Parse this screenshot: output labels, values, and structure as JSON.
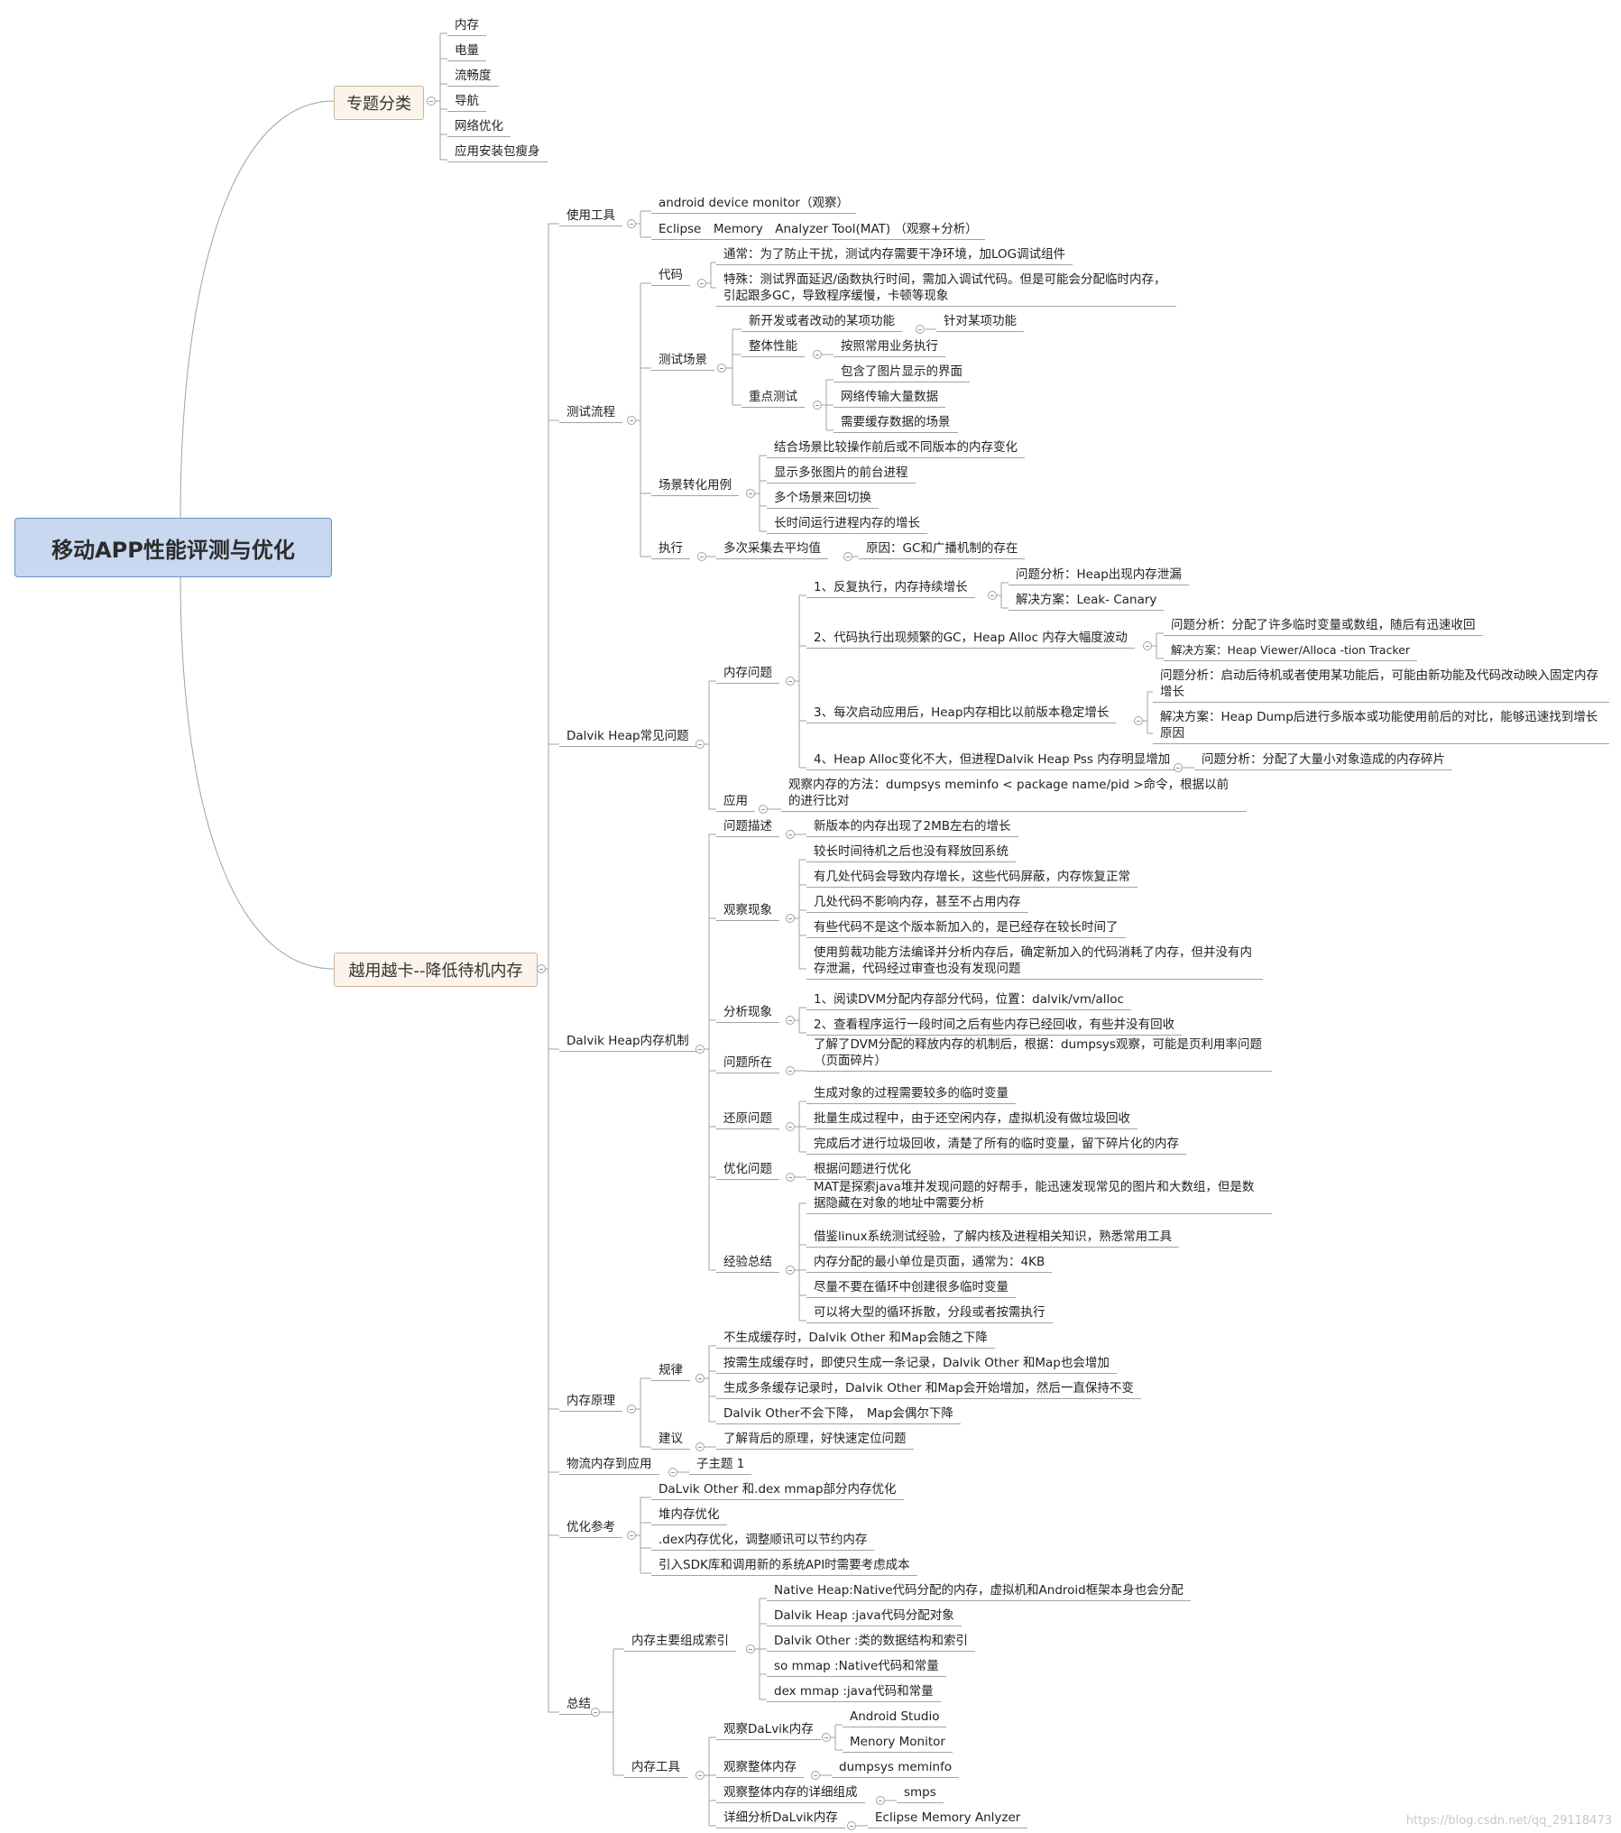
{
  "root": "移动APP性能评测与优化",
  "topics": {
    "t1": {
      "label": "专题分类",
      "items": [
        "内存",
        "电量",
        "流畅度",
        "导航",
        "网络优化",
        "应用安装包瘦身"
      ]
    },
    "t2": {
      "label": "越用越卡--降低待机内存",
      "a": {
        "label": "使用工具",
        "items": [
          "android device monitor（观察）",
          "Eclipse　Memory　Analyzer Tool(MAT) （观察+分析）"
        ]
      },
      "b": {
        "label": "测试流程",
        "code": {
          "label": "代码",
          "items": [
            "通常：为了防止干扰，测试内存需要干净环境，加LOG调试组件",
            "特殊：测试界面延迟/函数执行时间，需加入调试代码。但是可能会分配临时内存，引起跟多GC，导致程序缓慢，卡顿等现象"
          ]
        },
        "scene": {
          "label": "测试场景",
          "new_feature": "新开发或者改动的某项功能",
          "new_feature_child": "针对某项功能",
          "overall": "整体性能",
          "overall_child": "按照常用业务执行",
          "focus": "重点测试",
          "focus_items": [
            "包含了图片显示的界面",
            "网络传输大量数据",
            "需要缓存数据的场景"
          ]
        },
        "convert": {
          "label": "场景转化用例",
          "items": [
            "结合场景比较操作前后或不同版本的内存变化",
            "显示多张图片的前台进程",
            "多个场景来回切换",
            "长时间运行进程内存的增长"
          ]
        },
        "exec": {
          "label": "执行",
          "child": "多次采集去平均值",
          "grandchild": "原因：GC和广播机制的存在"
        }
      },
      "c": {
        "label": "Dalvik Heap常见问题",
        "mem": {
          "label": "内存问题",
          "p1": "1、反复执行，内存持续增长",
          "p1a": "问题分析：Heap出现内存泄漏",
          "p1b": "解决方案：Leak- Canary",
          "p2": "2、代码执行出现频繁的GC，Heap Alloc 内存大幅度波动",
          "p2a": "问题分析：分配了许多临时变量或数组，随后有迅速收回",
          "p2b": "解决方案：Heap Viewer/Alloca -tion Tracker",
          "p3": "3、每次启动应用后，Heap内存相比以前版本稳定增长",
          "p3a": "问题分析：启动后待机或者使用某功能后，可能由新功能及代码改动映入固定内存增长",
          "p3b": "解决方案：Heap Dump后进行多版本或功能使用前后的对比，能够迅速找到增长原因",
          "p4": "4、Heap Alloc变化不大，但进程Dalvik Heap Pss 内存明显增加",
          "p4a": "问题分析：分配了大量小对象造成的内存碎片"
        },
        "apply": {
          "label": "应用",
          "child": "观察内存的方法：dumpsys meminfo < package name/pid >命令，根据以前的进行比对"
        }
      },
      "d": {
        "label": "Dalvik Heap内存机制",
        "desc": {
          "label": "问题描述",
          "child": "新版本的内存出现了2MB左右的增长"
        },
        "observe": {
          "label": "观察现象",
          "items": [
            "较长时间待机之后也没有释放回系统",
            "有几处代码会导致内存增长，这些代码屏蔽，内存恢复正常",
            "几处代码不影响内存，甚至不占用内存",
            "有些代码不是这个版本新加入的，是已经存在较长时间了",
            "使用剪裁功能方法编译并分析内存后，确定新加入的代码消耗了内存，但并没有内存泄漏，代码经过审查也没有发现问题"
          ]
        },
        "analyze": {
          "label": "分析现象",
          "items": [
            "1、阅读DVM分配内存部分代码，位置：dalvik/vm/alloc",
            "2、查看程序运行一段时间之后有些内存已经回收，有些并没有回收"
          ]
        },
        "where": {
          "label": "问题所在",
          "child": "了解了DVM分配的释放内存的机制后，根据：dumpsys观察，可能是页利用率问题（页面碎片）"
        },
        "restore": {
          "label": "还原问题",
          "items": [
            "生成对象的过程需要较多的临时变量",
            "批量生成过程中，由于还空闲内存，虚拟机没有做垃圾回收",
            "完成后才进行垃圾回收，清楚了所有的临时变量，留下碎片化的内存"
          ]
        },
        "optimize": {
          "label": "优化问题",
          "child": "根据问题进行优化"
        },
        "summary": {
          "label": "经验总结",
          "items": [
            "MAT是探索java堆并发现问题的好帮手，能迅速发现常见的图片和大数组，但是数据隐藏在对象的地址中需要分析",
            "借鉴linux系统测试经验，了解内核及进程相关知识，熟悉常用工具",
            "内存分配的最小单位是页面，通常为：4KB",
            "尽量不要在循环中创建很多临时变量",
            "可以将大型的循环拆散，分段或者按需执行"
          ]
        }
      },
      "e": {
        "label": "内存原理",
        "rule": {
          "label": "规律",
          "items": [
            "不生成缓存时，Dalvik Other 和Map会随之下降",
            "按需生成缓存时，即使只生成一条记录，Dalvik Other 和Map也会增加",
            "生成多条缓存记录时，Dalvik Other 和Map会开始增加，然后一直保持不变",
            "Dalvik Other不会下降，　Map会偶尔下降"
          ]
        },
        "advice": {
          "label": "建议",
          "child": "了解背后的原理，好快速定位问题"
        }
      },
      "f": {
        "label": "物流内存到应用",
        "child": "子主题 1"
      },
      "g": {
        "label": "优化参考",
        "items": [
          "DaLvik Other 和.dex mmap部分内存优化",
          "堆内存优化",
          ".dex内存优化，调整顺讯可以节约内存",
          "引入SDK库和调用新的系统API时需要考虑成本"
        ]
      },
      "h": {
        "label": "总结",
        "idx": {
          "label": "内存主要组成索引",
          "items": [
            "Native Heap:Native代码分配的内存，虚拟机和Android框架本身也会分配",
            "Dalvik Heap :java代码分配对象",
            "Dalvik Other :类的数据结构和索引",
            "so mmap :Native代码和常量",
            "dex mmap :java代码和常量"
          ]
        },
        "tools": {
          "label": "内存工具",
          "dalvik": "观察DaLvik内存",
          "dalvik_items": [
            "Android Studio",
            "Menory Monitor"
          ],
          "whole": "观察整体内存",
          "whole_child": "dumpsys meminfo",
          "detail": "观察整体内存的详细组成",
          "detail_child": "smps",
          "deep": "详细分析DaLvik内存",
          "deep_child": "Eclipse Memory Anlyzer"
        }
      }
    }
  },
  "watermark": "https://blog.csdn.net/qq_29118473"
}
